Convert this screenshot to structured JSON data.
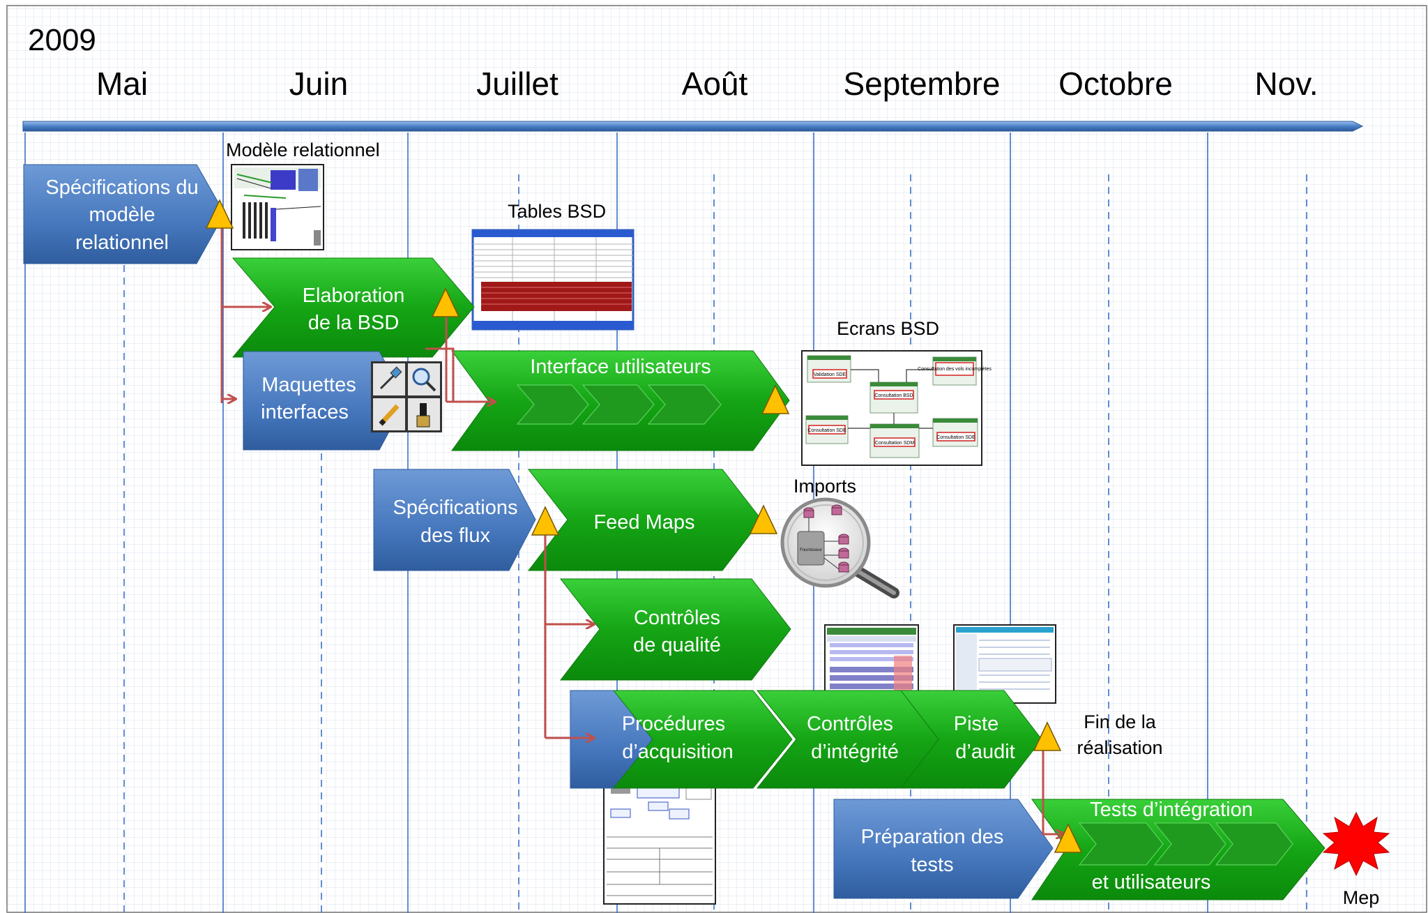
{
  "year": "2009",
  "months": [
    "Mai",
    "Juin",
    "Juillet",
    "Août",
    "Septembre",
    "Octobre",
    "Nov."
  ],
  "tasks": {
    "spec_modele": [
      "Spécifications du",
      "modèle",
      "relationnel"
    ],
    "elaboration_bsd": [
      "Elaboration",
      "de la BSD"
    ],
    "maquettes": [
      "Maquettes",
      "interfaces"
    ],
    "interface_utilisateurs": [
      "Interface utilisateurs"
    ],
    "spec_flux": [
      "Spécifications",
      "des flux"
    ],
    "feed_maps": [
      "Feed Maps"
    ],
    "controles_qualite": [
      "Contrôles",
      "de qualité"
    ],
    "procedures": [
      "Procédures",
      "d’acquisition"
    ],
    "controles_integrite": [
      "Contrôles",
      "d’intégrité"
    ],
    "piste_audit": [
      "Piste",
      "d’audit"
    ],
    "preparation_tests": [
      "Préparation des",
      "tests"
    ],
    "tests_integration": [
      "Tests d’intégration",
      "et utilisateurs"
    ]
  },
  "captions": {
    "modele_relationnel": "Modèle relationnel",
    "tables_bsd": "Tables BSD",
    "ecrans_bsd": "Ecrans BSD",
    "imports": "Imports",
    "fin_realisation": [
      "Fin de la",
      "réalisation"
    ],
    "mep": "Mep"
  },
  "thumbnails": {
    "ecrans_labels": [
      "Validation SDE",
      "Consultation BSD",
      "Consultation des vols incomplètes",
      "Consultation SDE",
      "Consultation SDM",
      "Consultation SDE"
    ],
    "imports_center": "Fournisseur"
  },
  "colors": {
    "blue_task": "#4f7fc0",
    "green_task": "#1aa61a",
    "milestone": "#ffc000",
    "connector": "#c0504d",
    "timeline": "#4a7fc6",
    "mep": "#ff0000"
  }
}
